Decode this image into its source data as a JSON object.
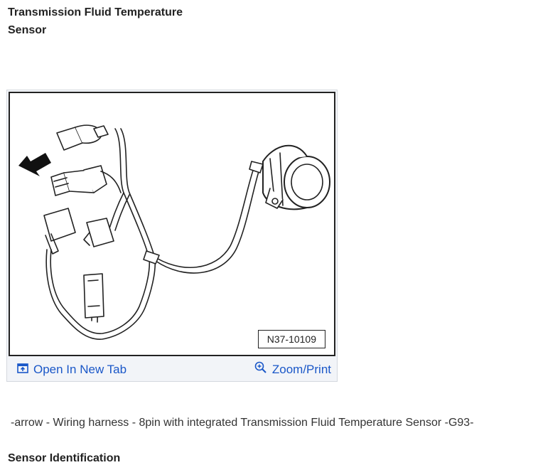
{
  "page": {
    "title": "Transmission Fluid Temperature Sensor"
  },
  "figure": {
    "code": "N37-10109",
    "open_tab_label": "Open In New Tab",
    "zoom_label": "Zoom/Print",
    "link_color": "#1a57c8",
    "open_tab_icon": "open-new-tab-icon",
    "zoom_icon": "zoom-in-icon"
  },
  "caption": "-arrow - Wiring harness - 8pin with integrated Transmission Fluid Temperature Sensor -G93-",
  "next_section": "Sensor Identification"
}
